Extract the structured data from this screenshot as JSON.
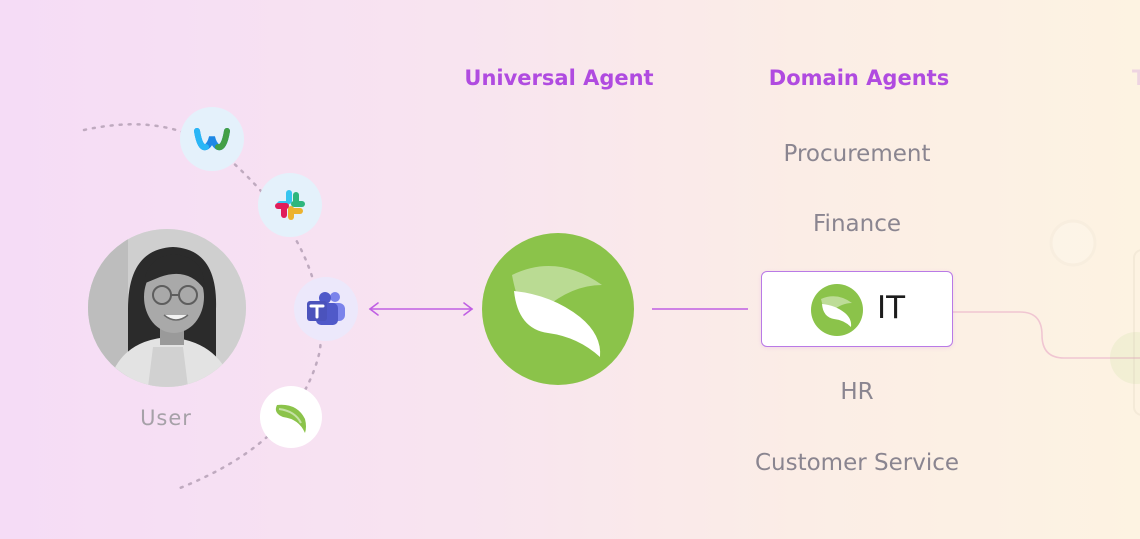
{
  "headings": {
    "universal": "Universal Agent",
    "domain": "Domain Agents",
    "cut_off": "Ta"
  },
  "user": {
    "label": "User"
  },
  "channels": [
    {
      "name": "webex-icon"
    },
    {
      "name": "slack-icon"
    },
    {
      "name": "teams-icon"
    },
    {
      "name": "leaf-icon"
    }
  ],
  "domains": {
    "procurement": "Procurement",
    "finance": "Finance",
    "it": "IT",
    "hr": "HR",
    "customer_service": "Customer Service"
  },
  "colors": {
    "accent": "#b04be0",
    "brand_green": "#8bc34a",
    "connector": "#c05fe3"
  }
}
